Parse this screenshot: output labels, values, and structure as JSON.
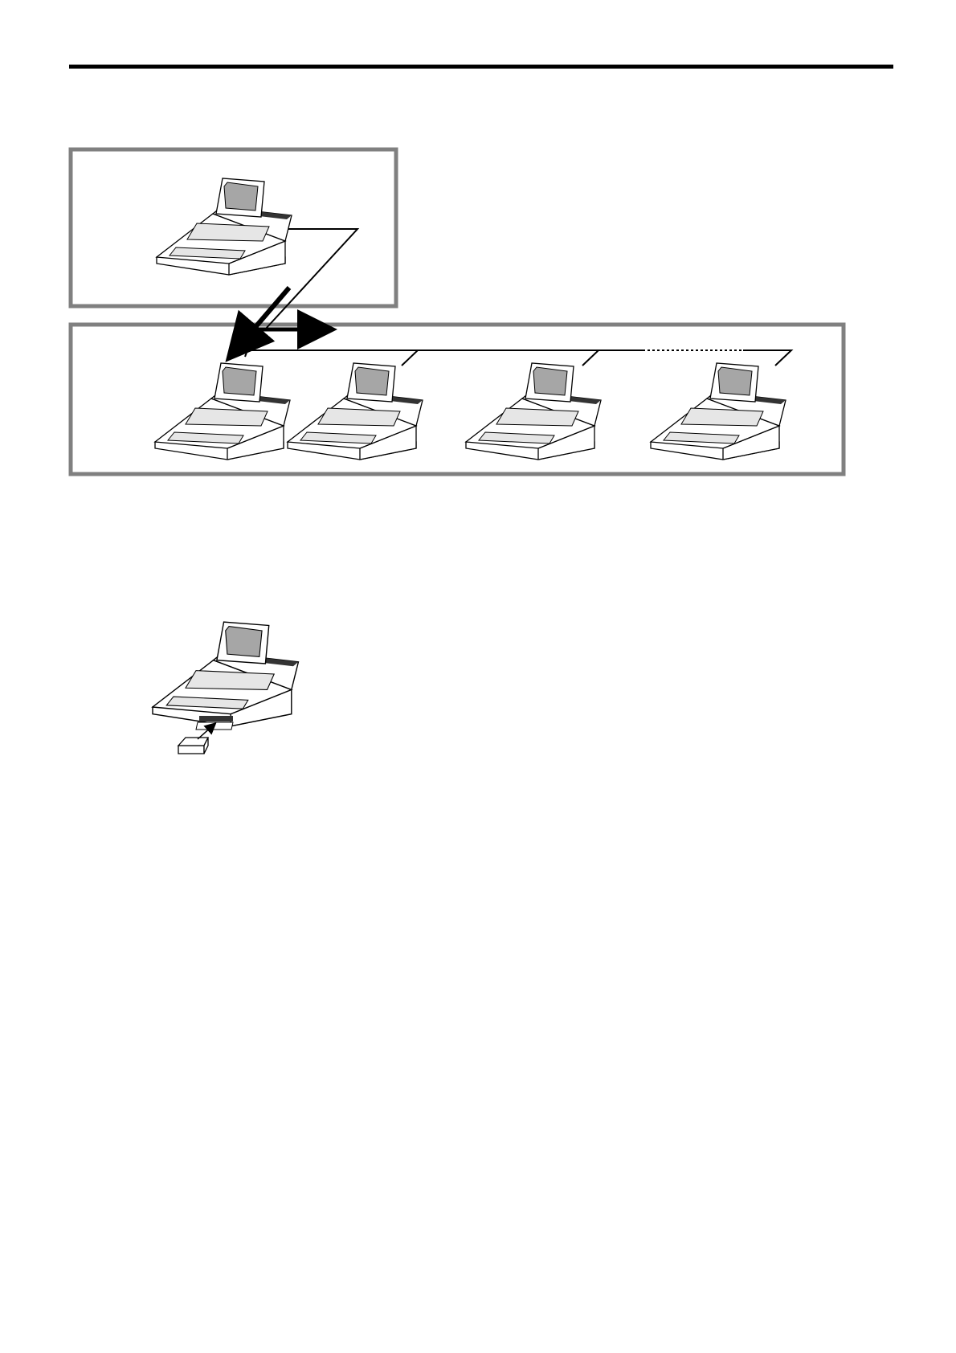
{
  "page": {
    "header_rule": true
  },
  "diagram_network": {
    "top_panel": {
      "terminals": 1
    },
    "bottom_panel": {
      "terminals": 4,
      "link_continues_dotted": true
    },
    "arrows": [
      "transfer-down-left",
      "transfer-right"
    ]
  },
  "diagram_card": {
    "terminals": 1,
    "card_inserted": true
  },
  "colors": {
    "ink": "#000000",
    "panel_border": "#808080",
    "screen": "#a6a6a6",
    "keypad": "#e6e6e6",
    "slot": "#333333",
    "paper": "#ffffff"
  }
}
